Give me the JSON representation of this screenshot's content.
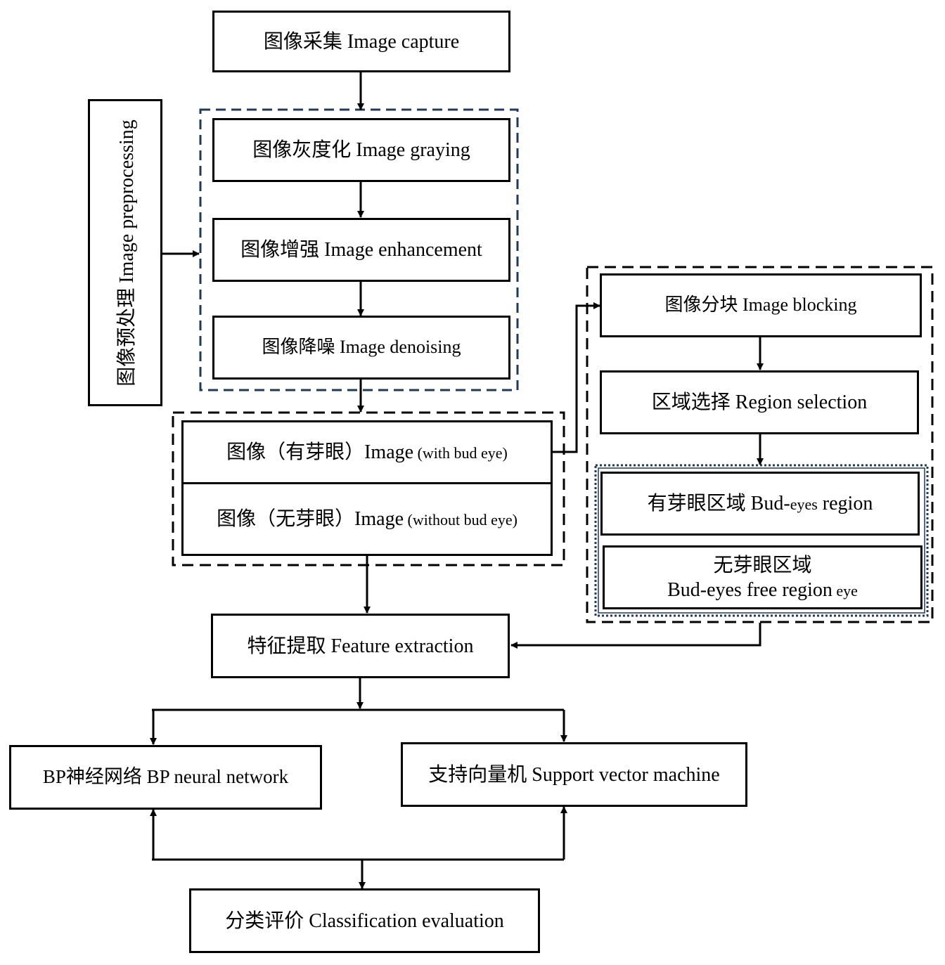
{
  "nodes": {
    "capture": "图像采集 Image capture",
    "preprocessing": "图像预处理 Image preprocessing",
    "graying": "图像灰度化 Image graying",
    "enhancement": "图像增强 Image enhancement",
    "denoising": "图像降噪 Image denoising",
    "with_bud_main": "图像（有芽眼）Image",
    "with_bud_small": " (with bud eye)",
    "without_bud_main": "图像（无芽眼）Image",
    "without_bud_small": " (without bud eye)",
    "blocking": "图像分块 Image blocking",
    "region_selection": "区域选择 Region selection",
    "bud_region_main": "有芽眼区域 Bud-",
    "bud_region_small": "eyes",
    "bud_region_tail": " region",
    "free_region_line1": "无芽眼区域",
    "free_region_line2_main": "Bud-eyes free region",
    "free_region_line2_small": " eye",
    "feature_extraction": "特征提取 Feature extraction",
    "bp_network": "BP神经网络 BP neural network",
    "svm": "支持向量机 Support vector machine",
    "classification": "分类评价 Classification evaluation"
  },
  "colors": {
    "line": "#000000",
    "preprocessing_dash": "#1f3a5a",
    "bud_group_dots": "#1f3a5a"
  }
}
